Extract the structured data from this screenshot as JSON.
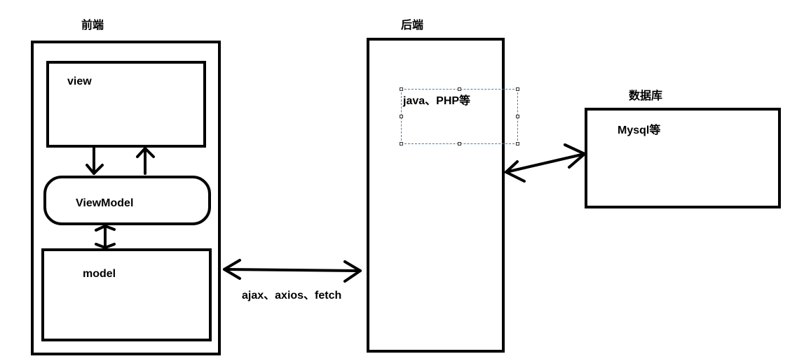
{
  "frontend": {
    "title": "前端",
    "view_label": "view",
    "viewmodel_label": "ViewModel",
    "model_label": "model"
  },
  "backend": {
    "title": "后端",
    "text_label": "java、PHP等"
  },
  "database": {
    "title": "数据库",
    "label": "Mysql等"
  },
  "connection": {
    "label": "ajax、axios、fetch"
  }
}
